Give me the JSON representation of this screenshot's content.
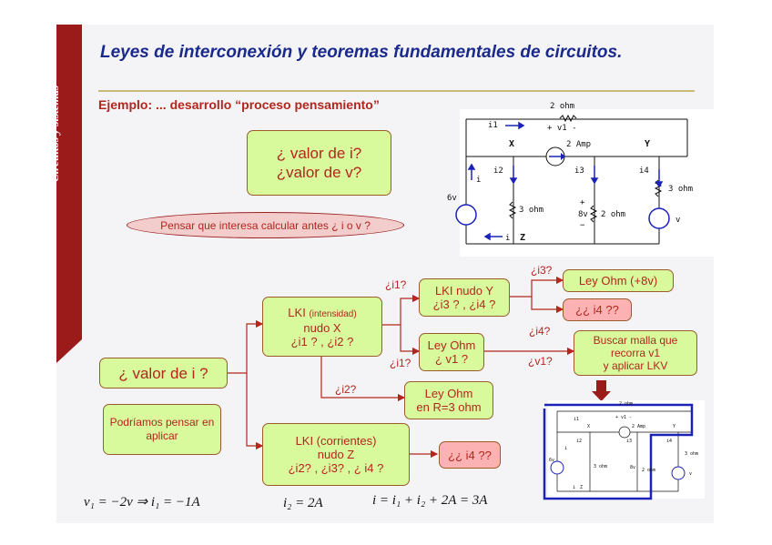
{
  "sidebar": {
    "label": "Circuitos y sistemas"
  },
  "title": "Leyes de interconexión y teoremas fundamentales de circuitos.",
  "subtitle": "Ejemplo: ... desarrollo “proceso pensamiento”",
  "question_box": {
    "line1": "¿ valor de i?",
    "line2": "¿valor de v?"
  },
  "hint_oval": "Pensar que interesa calcular antes ¿ i o v ?",
  "root": "¿ valor de i ?",
  "aside": "Podríamos pensar en aplicar",
  "lki_x": {
    "line1": "LKI",
    "small": "(intensidad)",
    "line2": "nudo X",
    "line3": "¿i1 ? , ¿i2 ?"
  },
  "lki_z": {
    "line1": "LKI (corrientes)",
    "line2": "nudo Z",
    "line3": "¿i2? , ¿i3? , ¿ i4 ?"
  },
  "lki_y": {
    "line1": "LKI nudo Y",
    "line2": "¿i3 ? , ¿i4 ?"
  },
  "ley_ohm_v1": {
    "line1": "Ley Ohm",
    "line2": "¿ v1 ?"
  },
  "ley_ohm_r3": {
    "line1": "Ley Ohm",
    "line2": "en R=3 ohm"
  },
  "ley_ohm_8v": "Ley Ohm (+8v)",
  "i4_pink_y": "¿¿ i4 ??",
  "i4_pink_z": "¿¿ i4 ??",
  "buscar_malla": {
    "line1": "Buscar malla que",
    "line2": "recorra v1",
    "line3": "y aplicar LKV"
  },
  "edge_labels": {
    "i1_top": "¿i1?",
    "i1_bottom": "¿i1?",
    "i2": "¿i2?",
    "i3": "¿i3?",
    "i4": "¿i4?",
    "v1": "¿v1?"
  },
  "equations": {
    "eq1": "v₁ = −2v ⇒ i₁ = −1A",
    "eq2": "i₂ = 2A",
    "eq3": "i = i₁ + i₂ + 2A = 3A"
  },
  "circuit": {
    "r_top": "2 ohm",
    "v1_label": "+ v1 -",
    "i1": "i1",
    "node_x": "X",
    "node_y": "Y",
    "node_z": "Z",
    "amp": "2 Amp",
    "i2": "i2",
    "i3": "i3",
    "i4": "i4",
    "i": "i",
    "bottom_i": "i",
    "src_left": "6v",
    "r_3ohm_mid": "3 ohm",
    "v8": "8v",
    "plus": "+",
    "minus": "−",
    "r_2ohm_mid": "2 ohm",
    "r_3ohm_right": "3 ohm",
    "v": "v"
  },
  "colors": {
    "accent": "#9b1b1b",
    "title": "#1a2a8c",
    "node_green": "#d8fa9c",
    "node_pink": "#fcb2b2",
    "text_red": "#b3261e",
    "loop_blue": "#1a22b8"
  }
}
